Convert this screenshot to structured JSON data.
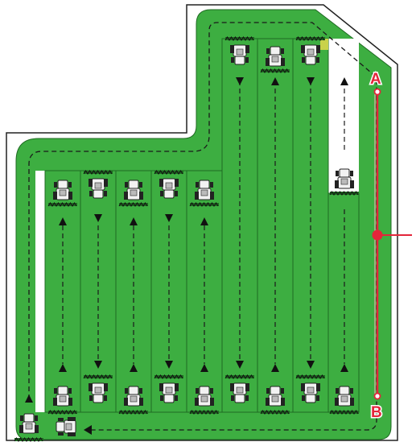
{
  "diagram": {
    "type": "field-swath-pattern",
    "colors": {
      "field_green": "#3dae41",
      "swath_dark": "#1f6a22",
      "field_border": "#222222",
      "path_line": "#1a1a1a",
      "ab_line": "#e3253a",
      "tractor": "#f2f2f2"
    },
    "points": {
      "a_label": "A",
      "b_label": "B"
    },
    "icons": [
      "tractor-icon",
      "arrow-up-icon",
      "arrow-down-icon",
      "arrow-left-icon",
      "implement-bar-icon"
    ]
  }
}
